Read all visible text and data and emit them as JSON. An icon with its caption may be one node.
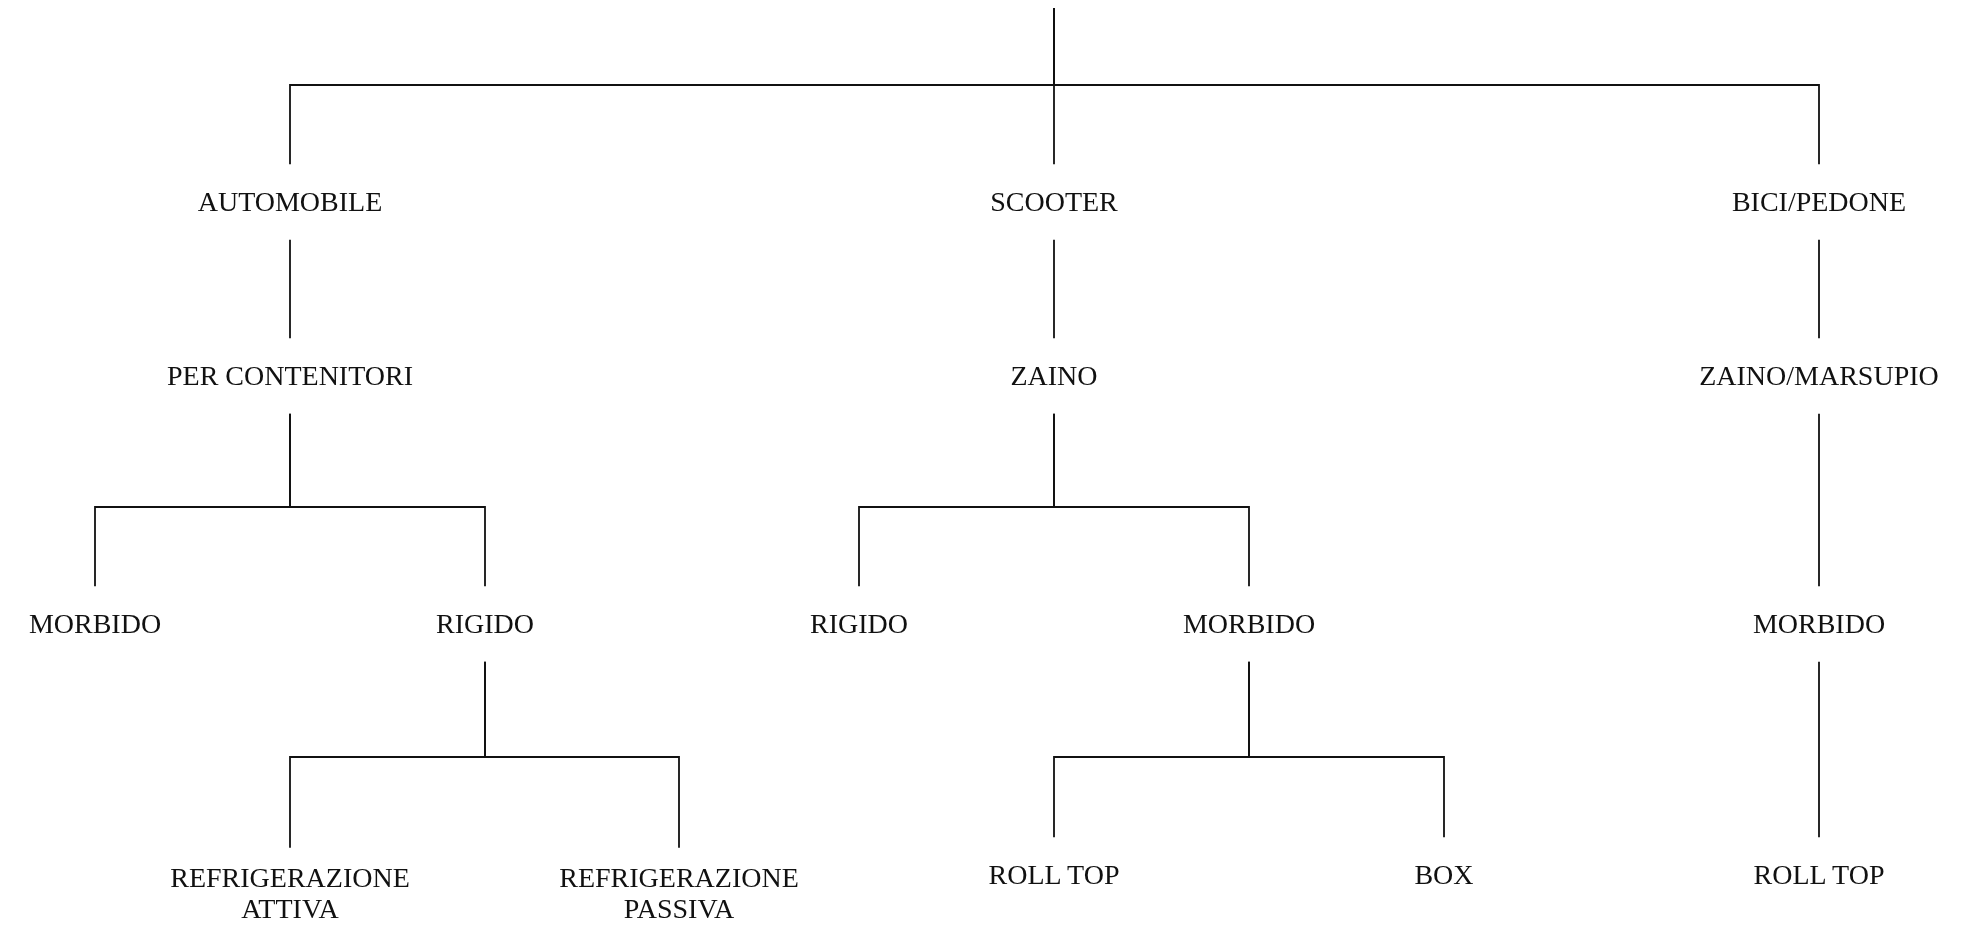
{
  "diagram": {
    "nodes": [
      {
        "text": [
          "AUTOMOBILE"
        ]
      },
      {
        "text": [
          "SCOOTER"
        ]
      },
      {
        "text": [
          "BICI/PEDONE"
        ]
      },
      {
        "text": [
          "PER CONTENITORI"
        ]
      },
      {
        "text": [
          "ZAINO"
        ]
      },
      {
        "text": [
          "ZAINO/MARSUPIO"
        ]
      },
      {
        "text": [
          "MORBIDO"
        ]
      },
      {
        "text": [
          "RIGIDO"
        ]
      },
      {
        "text": [
          "RIGIDO"
        ]
      },
      {
        "text": [
          "MORBIDO"
        ]
      },
      {
        "text": [
          "MORBIDO"
        ]
      },
      {
        "text": [
          "REFRIGERAZIONE ATTIVA"
        ]
      },
      {
        "text": [
          "REFRIGERAZIONE PASSIVA"
        ]
      },
      {
        "text": [
          "ROLL TOP"
        ]
      },
      {
        "text": [
          "BOX"
        ]
      },
      {
        "text": [
          "ROLL TOP"
        ]
      }
    ],
    "edges": [
      {
        "from": null,
        "to": 0,
        "arrow": "none"
      },
      {
        "from": null,
        "to": 1,
        "arrow": "none"
      },
      {
        "from": null,
        "to": 2,
        "arrow": "none"
      },
      {
        "from": 0,
        "to": 3,
        "arrow": "none"
      },
      {
        "from": 1,
        "to": 4,
        "arrow": "none"
      },
      {
        "from": 2,
        "to": 5,
        "arrow": "none"
      },
      {
        "from": 3,
        "to": 6,
        "arrow": "none"
      },
      {
        "from": 3,
        "to": 7,
        "arrow": "none"
      },
      {
        "from": 4,
        "to": 8,
        "arrow": "none"
      },
      {
        "from": 4,
        "to": 9,
        "arrow": "none"
      },
      {
        "from": 5,
        "to": 10,
        "arrow": "none"
      },
      {
        "from": 7,
        "to": 11,
        "arrow": "none"
      },
      {
        "from": 7,
        "to": 12,
        "arrow": "none"
      },
      {
        "from": 9,
        "to": 13,
        "arrow": "none"
      },
      {
        "from": 9,
        "to": 14,
        "arrow": "none"
      },
      {
        "from": 10,
        "to": 15,
        "arrow": "none"
      }
    ]
  }
}
